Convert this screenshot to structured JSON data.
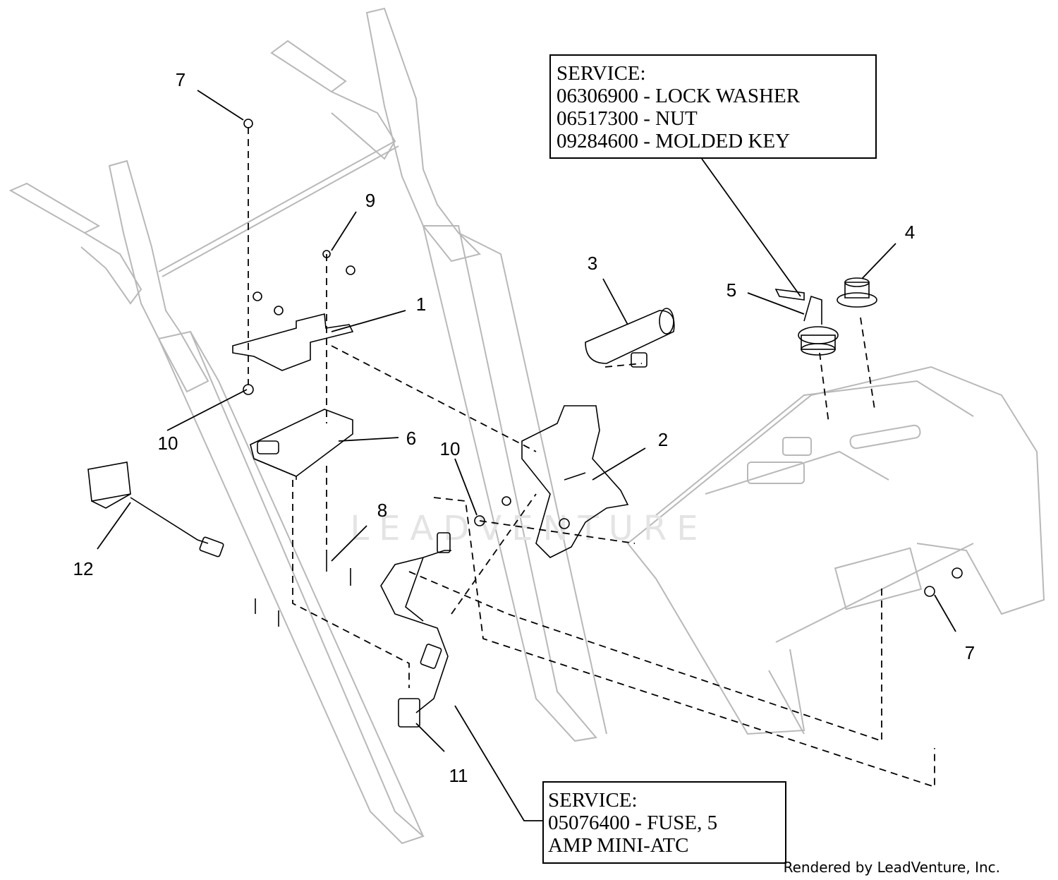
{
  "service_boxes": [
    {
      "lines": [
        "SERVICE:",
        "06306900 - LOCK WASHER",
        "06517300 - NUT",
        "09284600 - MOLDED KEY"
      ]
    },
    {
      "lines": [
        "SERVICE:",
        "05076400 - FUSE, 5",
        "AMP MINI-ATC"
      ]
    }
  ],
  "callouts": [
    "7",
    "9",
    "1",
    "3",
    "5",
    "4",
    "2",
    "10",
    "6",
    "10",
    "8",
    "12",
    "11",
    "7"
  ],
  "watermark": "LEADVENTURE",
  "footer": "Rendered by LeadVenture, Inc."
}
